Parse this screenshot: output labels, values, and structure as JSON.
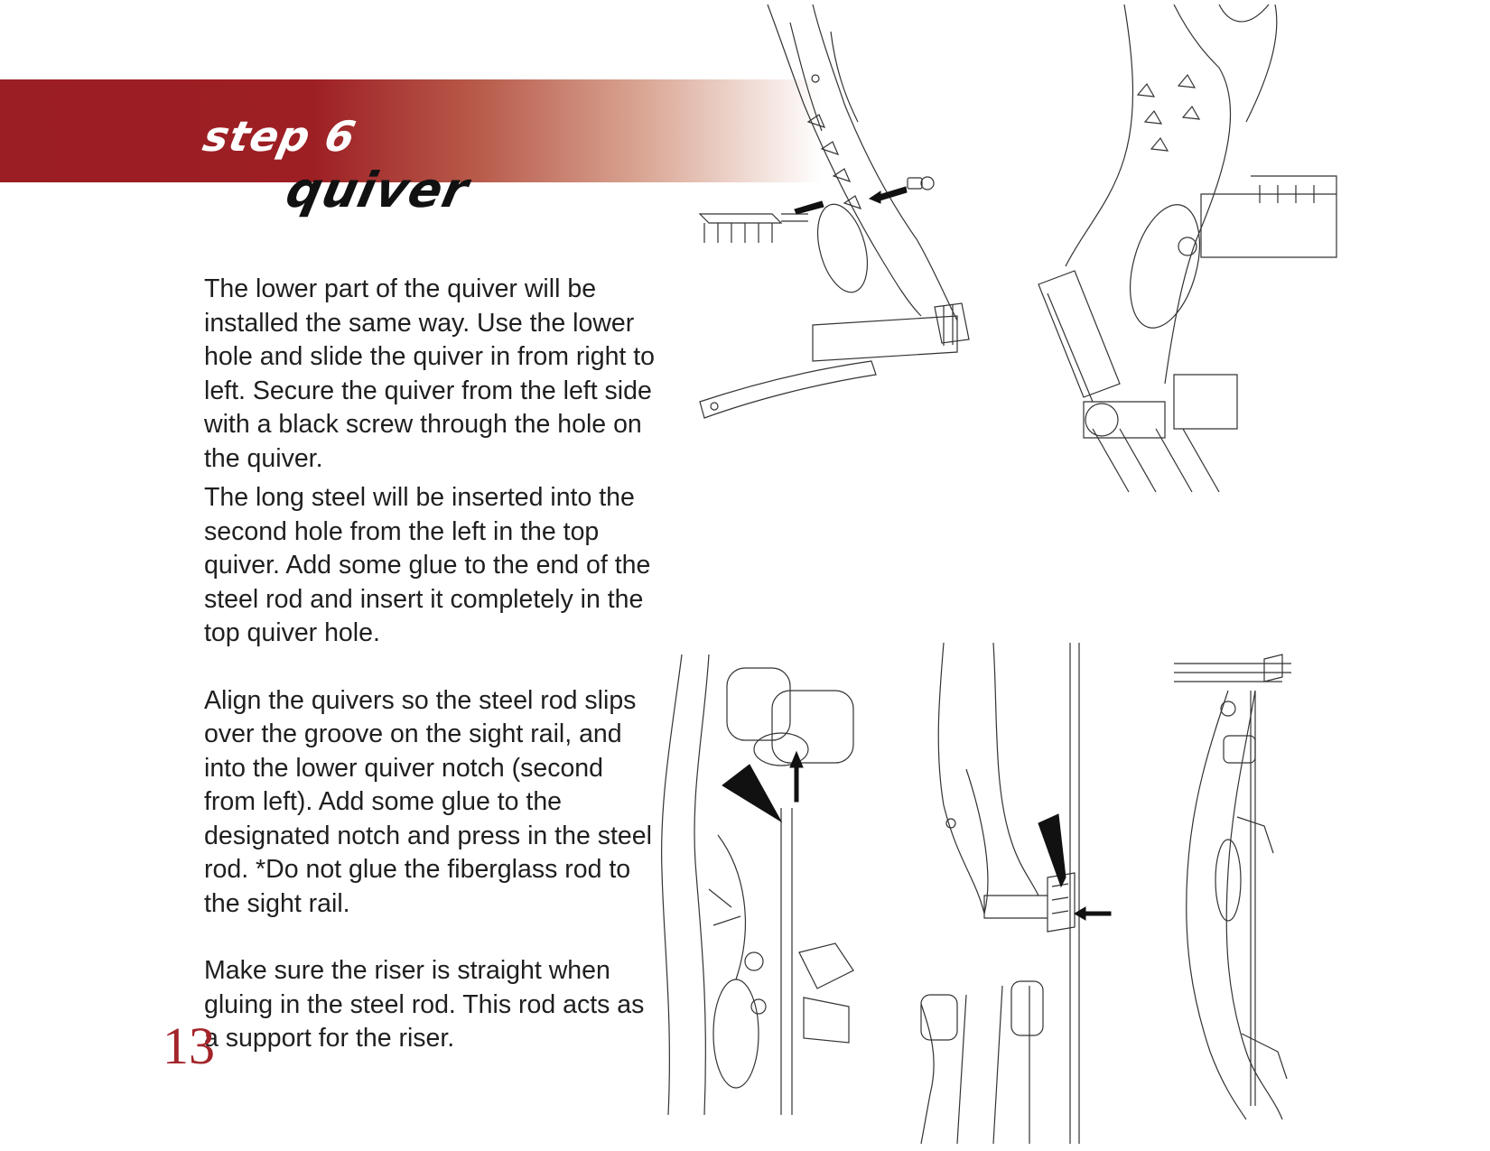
{
  "header": {
    "step": "step 6",
    "subtitle": "quiver"
  },
  "paragraphs": [
    "The lower part of the quiver will be installed the same way. Use the lower hole and slide the quiver in from right to left. Secure the quiver from the left side with a black screw through the hole on the quiver.",
    "The long steel will be inserted into the second hole from the left in the top quiver. Add some glue to the end of the steel rod and insert it completely in the top quiver hole.",
    "Align the quivers so the steel rod slips over the groove on the sight rail, and into the lower quiver notch (second from left). Add some glue to the designated notch and press in the steel rod. *Do not glue the fiberglass rod to the sight rail.",
    "Make sure the riser is straight when gluing in the steel rod. This rod acts as a support for the riser."
  ],
  "page_number": "13",
  "colors": {
    "banner_red": "#9b1e24",
    "page_number_red": "#a3242a",
    "text": "#1f1f1f"
  }
}
